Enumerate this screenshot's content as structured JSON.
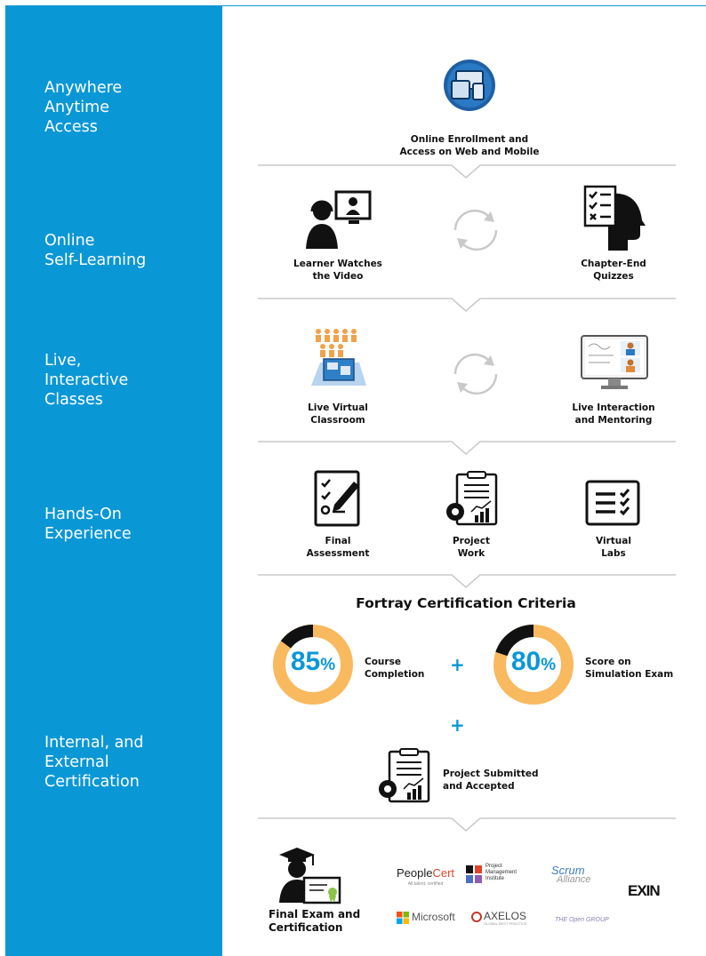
{
  "sidebar": {
    "color": "#0a97d6",
    "stages": [
      "Anywhere\nAnytime\nAccess",
      "Online\nSelf-Learning",
      "Live,\nInteractive\nClasses",
      "Hands-On\nExperience",
      "Internal, and\nExternal\nCertification"
    ]
  },
  "steps": {
    "enroll": "Online Enrollment and\nAccess on Web and Mobile",
    "watch": "Learner Watches\nthe Video",
    "quizzes": "Chapter-End\nQuizzes",
    "classroom": "Live Virtual\nClassroom",
    "mentoring": "Live Interaction\nand Mentoring",
    "assessment": "Final\nAssessment",
    "project": "Project\nWork",
    "labs": "Virtual\nLabs"
  },
  "criteria": {
    "title": "Fortray Certification Criteria",
    "course": {
      "value": 85,
      "suffix": "%",
      "number": "85",
      "label": "Course\nCompletion"
    },
    "exam": {
      "value": 80,
      "suffix": "%",
      "number": "80",
      "label": "Score on\nSimulation Exam"
    },
    "plus": "+",
    "project_label": "Project Submitted\nand Accepted"
  },
  "final": {
    "label": "Final Exam and\nCertification"
  },
  "logos": {
    "peoplecert": "People",
    "peoplecert_b": "Cert",
    "peoplecert_sub": "All talent, certified",
    "pmi": "Project\nManagement\nInstitute",
    "scrum": "Scrum",
    "scrum_b": "Alliance",
    "exin": "EXIN",
    "microsoft": "Microsoft",
    "axelos": "AXELOS",
    "axelos_sub": "GLOBAL BEST PRACTICE",
    "opengroup": "THE Open GROUP"
  }
}
